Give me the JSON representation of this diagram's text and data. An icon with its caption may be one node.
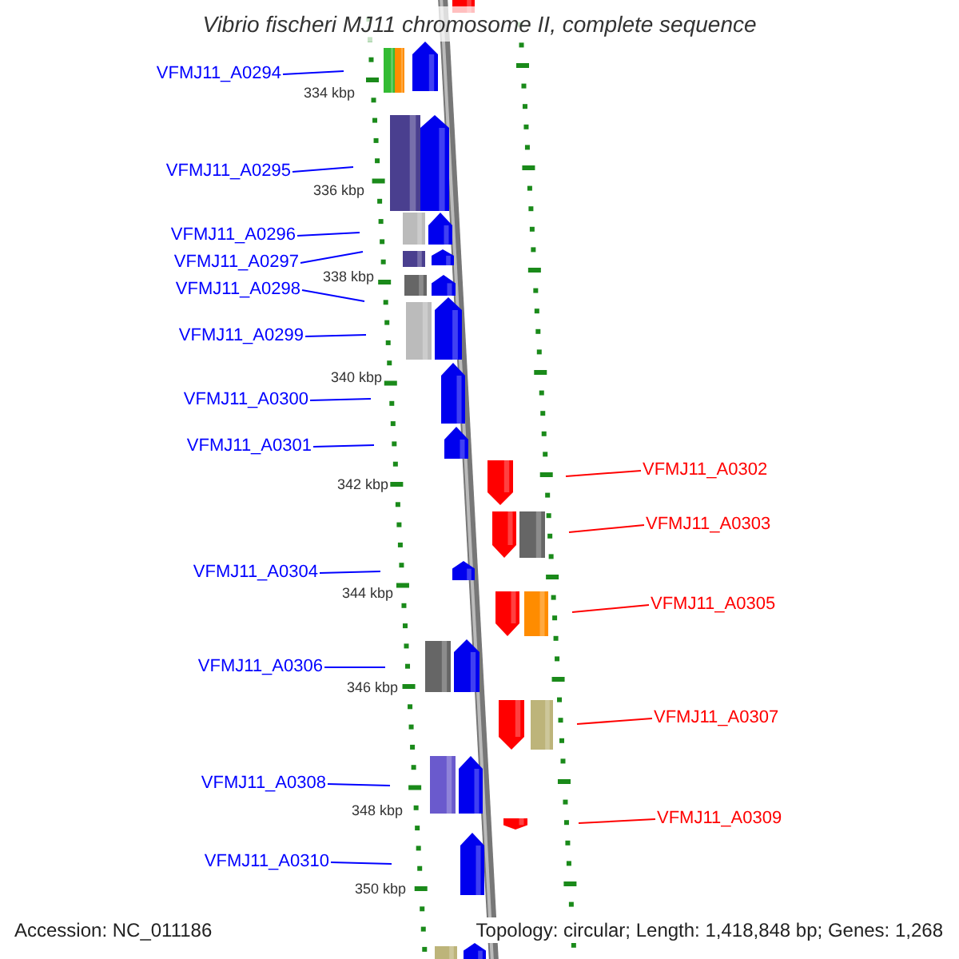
{
  "diagram": {
    "title": "Vibrio fischeri MJ11 chromosome II, complete sequence",
    "nodes": [
      {
        "text": [
          "VFMJ11_A0294"
        ]
      },
      {
        "text": [
          "VFMJ11_A0295"
        ]
      },
      {
        "text": [
          "VFMJ11_A0296"
        ]
      },
      {
        "text": [
          "VFMJ11_A0297"
        ]
      },
      {
        "text": [
          "VFMJ11_A0298"
        ]
      },
      {
        "text": [
          "VFMJ11_A0299"
        ]
      },
      {
        "text": [
          "VFMJ11_A0300"
        ]
      },
      {
        "text": [
          "VFMJ11_A0301"
        ]
      },
      {
        "text": [
          "VFMJ11_A0302"
        ]
      },
      {
        "text": [
          "VFMJ11_A0303"
        ]
      },
      {
        "text": [
          "VFMJ11_A0304"
        ]
      },
      {
        "text": [
          "VFMJ11_A0305"
        ]
      },
      {
        "text": [
          "VFMJ11_A0306"
        ]
      },
      {
        "text": [
          "VFMJ11_A0307"
        ]
      },
      {
        "text": [
          "VFMJ11_A0308"
        ]
      },
      {
        "text": [
          "VFMJ11_A0309"
        ]
      },
      {
        "text": [
          "VFMJ11_A0310"
        ]
      }
    ],
    "edges": [
      {
        "from": 0,
        "to": null,
        "arrow": "none"
      },
      {
        "from": 1,
        "to": null,
        "arrow": "none"
      },
      {
        "from": 2,
        "to": null,
        "arrow": "none"
      },
      {
        "from": 3,
        "to": null,
        "arrow": "none"
      },
      {
        "from": 4,
        "to": null,
        "arrow": "none"
      },
      {
        "from": 5,
        "to": null,
        "arrow": "none"
      },
      {
        "from": 6,
        "to": null,
        "arrow": "none"
      },
      {
        "from": 7,
        "to": null,
        "arrow": "none"
      },
      {
        "from": 8,
        "to": null,
        "arrow": "none",
        "color": "#ff0000"
      },
      {
        "from": 9,
        "to": null,
        "arrow": "none",
        "color": "#ff0000"
      },
      {
        "from": 10,
        "to": null,
        "arrow": "none"
      },
      {
        "from": 11,
        "to": null,
        "arrow": "none",
        "color": "#ff0000"
      },
      {
        "from": 12,
        "to": null,
        "arrow": "none"
      },
      {
        "from": 13,
        "to": null,
        "arrow": "none",
        "color": "#ff0000"
      },
      {
        "from": 14,
        "to": null,
        "arrow": "none"
      },
      {
        "from": 15,
        "to": null,
        "arrow": "none",
        "color": "#ff0000"
      },
      {
        "from": 16,
        "to": null,
        "arrow": "none"
      }
    ],
    "labels": [
      "334 kbp",
      "336 kbp",
      "338 kbp",
      "340 kbp",
      "342 kbp",
      "344 kbp",
      "346 kbp",
      "348 kbp",
      "350 kbp",
      "Accession: NC_011186",
      "Topology: circular; Length: 1,418,848 bp; Genes: 1,268"
    ]
  }
}
